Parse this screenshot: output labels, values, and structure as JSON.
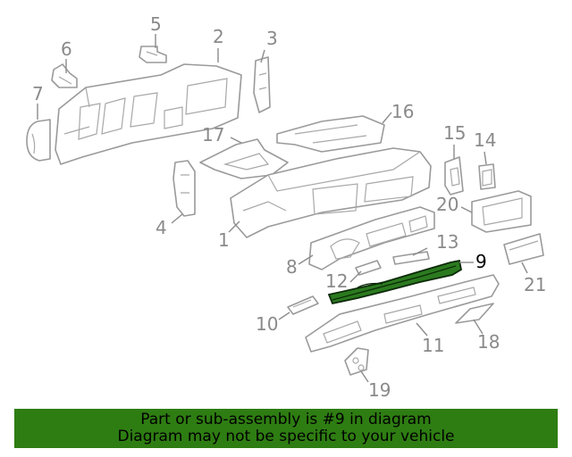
{
  "callouts": [
    {
      "id": "1",
      "text": "1"
    },
    {
      "id": "2",
      "text": "2"
    },
    {
      "id": "3",
      "text": "3"
    },
    {
      "id": "4",
      "text": "4"
    },
    {
      "id": "5",
      "text": "5"
    },
    {
      "id": "6",
      "text": "6"
    },
    {
      "id": "7",
      "text": "7"
    },
    {
      "id": "8",
      "text": "8"
    },
    {
      "id": "9",
      "text": "9"
    },
    {
      "id": "10",
      "text": "10"
    },
    {
      "id": "11",
      "text": "11"
    },
    {
      "id": "12",
      "text": "12"
    },
    {
      "id": "13",
      "text": "13"
    },
    {
      "id": "14",
      "text": "14"
    },
    {
      "id": "15",
      "text": "15"
    },
    {
      "id": "16",
      "text": "16"
    },
    {
      "id": "17",
      "text": "17"
    },
    {
      "id": "18",
      "text": "18"
    },
    {
      "id": "19",
      "text": "19"
    },
    {
      "id": "20",
      "text": "20"
    },
    {
      "id": "21",
      "text": "21"
    }
  ],
  "highlighted_part": "9",
  "banner": {
    "line1": "Part or sub-assembly is #9 in diagram",
    "line2": "Diagram may not be specific to your vehicle"
  },
  "colors": {
    "highlight": "#2b7a1f",
    "banner": "#2e7d12",
    "line_art": "#9a9a9a"
  }
}
